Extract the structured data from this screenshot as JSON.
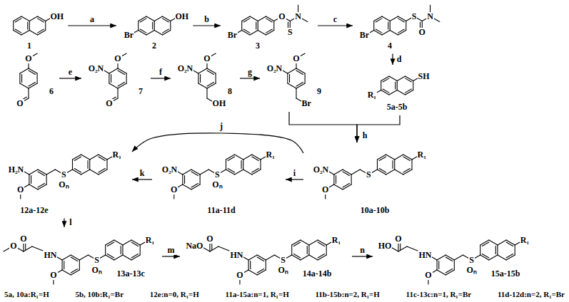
{
  "diagram": {
    "nodes": [
      {
        "text": [
          "1",
          "OH"
        ]
      },
      {
        "text": [
          "2",
          "Br",
          "OH"
        ]
      },
      {
        "text": [
          "3",
          "Br",
          "O",
          "S",
          "N"
        ]
      },
      {
        "text": [
          "4",
          "Br",
          "S",
          "O",
          "N"
        ]
      },
      {
        "text": [
          "6",
          "O",
          "O"
        ]
      },
      {
        "text": [
          "7",
          "O",
          "O₂N",
          "O"
        ]
      },
      {
        "text": [
          "8",
          "O",
          "O₂N",
          "OH"
        ]
      },
      {
        "text": [
          "9",
          "O",
          "O₂N",
          "Br"
        ]
      },
      {
        "text": [
          "5a-5b",
          "SH",
          "R₁"
        ]
      },
      {
        "text": [
          "12a-12e",
          "H₂N",
          "O",
          "S",
          "Oₙ",
          "R₁"
        ]
      },
      {
        "text": [
          "11a-11d",
          "O₂N",
          "O",
          "S",
          "Oₙ",
          "R₁"
        ]
      },
      {
        "text": [
          "10a-10b",
          "O₂N",
          "O",
          "S",
          "R₁"
        ]
      },
      {
        "text": [
          "13a-13c",
          "O",
          "O",
          "HN",
          "O",
          "S",
          "Oₙ",
          "R₁"
        ]
      },
      {
        "text": [
          "14a-14b",
          "NaO",
          "O",
          "HN",
          "O",
          "S",
          "Oₙ",
          "R₁"
        ]
      },
      {
        "text": [
          "15a-15b",
          "HO",
          "O",
          "HN",
          "O",
          "S",
          "Oₙ",
          "R₁"
        ]
      }
    ],
    "edges": [
      {
        "from": 0,
        "to": 1,
        "label": "a",
        "arrow": "to"
      },
      {
        "from": 1,
        "to": 2,
        "label": "b",
        "arrow": "to"
      },
      {
        "from": 2,
        "to": 3,
        "label": "c",
        "arrow": "to"
      },
      {
        "from": 3,
        "to": 8,
        "label": "d",
        "arrow": "to"
      },
      {
        "from": 4,
        "to": 5,
        "label": "e",
        "arrow": "to"
      },
      {
        "from": 5,
        "to": 6,
        "label": "f",
        "arrow": "to"
      },
      {
        "from": 6,
        "to": 7,
        "label": "g",
        "arrow": "to"
      },
      {
        "from": 7,
        "to": 11,
        "label": "h",
        "arrow": "to"
      },
      {
        "from": 8,
        "to": 11,
        "arrow": "to"
      },
      {
        "from": 11,
        "to": 10,
        "label": "i",
        "arrow": "to"
      },
      {
        "from": 11,
        "to": 9,
        "label": "j",
        "arrow": "to"
      },
      {
        "from": 10,
        "to": 9,
        "label": "k",
        "arrow": "to"
      },
      {
        "from": 9,
        "to": 12,
        "label": "l",
        "arrow": "to"
      },
      {
        "from": 12,
        "to": 13,
        "label": "m",
        "arrow": "to"
      },
      {
        "from": 13,
        "to": 14,
        "label": "n",
        "arrow": "to"
      }
    ],
    "labels": [
      "5a, 10a:R₁=H",
      "5b, 10b:R₁=Br",
      "12e:n=0, R₁=H",
      "11a-15a:n=1, R₁=H",
      "11b-15b:n=2, R₁=H",
      "11c-13c:n=1, R₁=Br",
      "11d-12d:n=2, R₁=Br"
    ]
  }
}
